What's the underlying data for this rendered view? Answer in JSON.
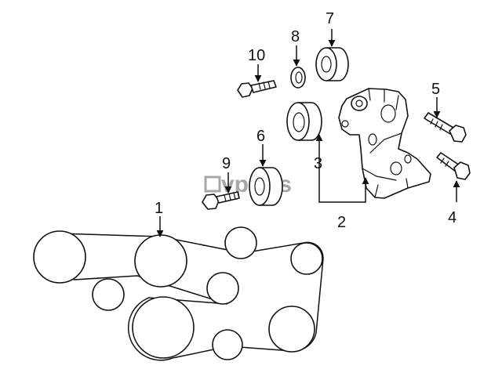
{
  "watermark": "vparts",
  "callouts": {
    "c1": "1",
    "c2": "2",
    "c3": "3",
    "c4": "4",
    "c5": "5",
    "c6": "6",
    "c7": "7",
    "c8": "8",
    "c9": "9",
    "c10": "10"
  }
}
